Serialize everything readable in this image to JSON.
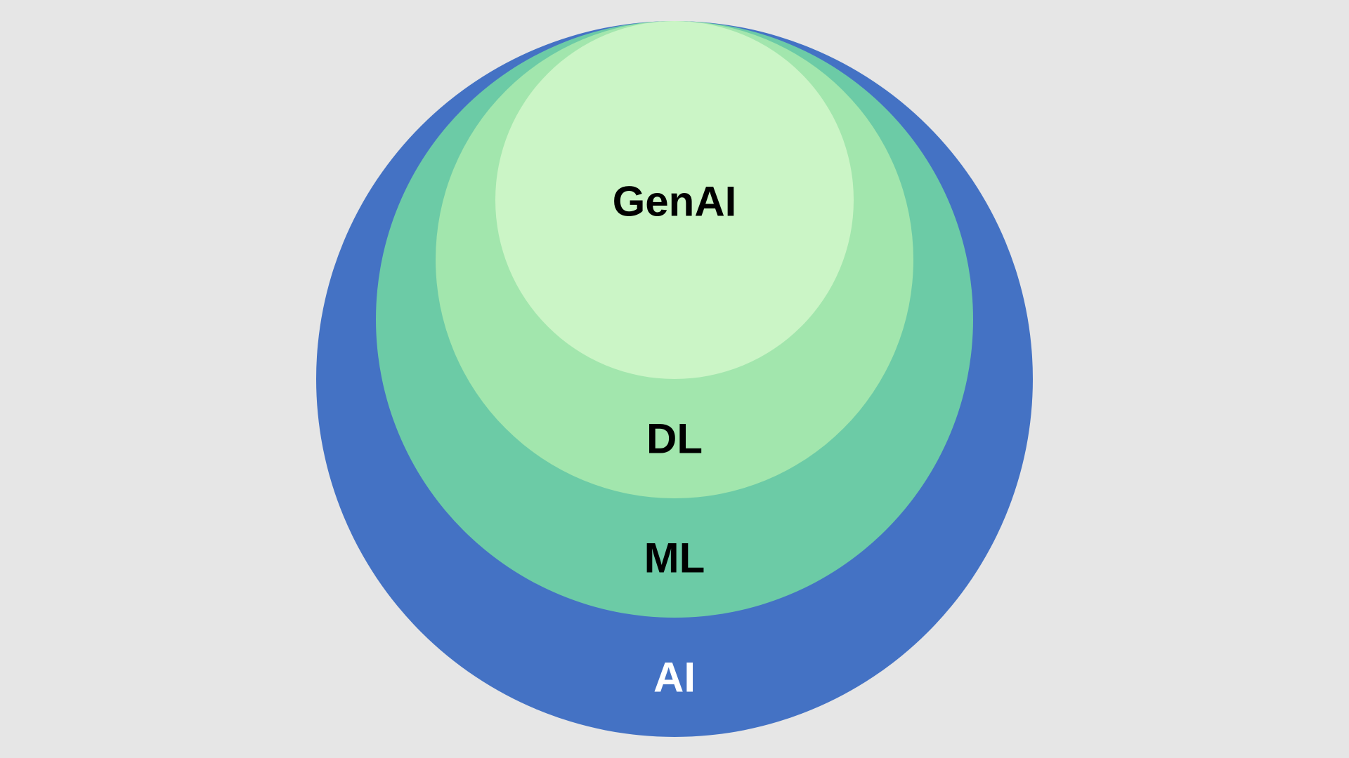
{
  "diagram": {
    "type": "nested-circles",
    "background": "#e6e6e6",
    "layers": [
      {
        "id": "ai",
        "label": "AI",
        "fill": "#4472c4",
        "text_color": "#ffffff"
      },
      {
        "id": "ml",
        "label": "ML",
        "fill": "#6ccba6",
        "text_color": "#000000"
      },
      {
        "id": "dl",
        "label": "DL",
        "fill": "#a2e6ad",
        "text_color": "#000000"
      },
      {
        "id": "genai",
        "label": "GenAI",
        "fill": "#cbf5c6",
        "text_color": "#000000"
      }
    ]
  }
}
